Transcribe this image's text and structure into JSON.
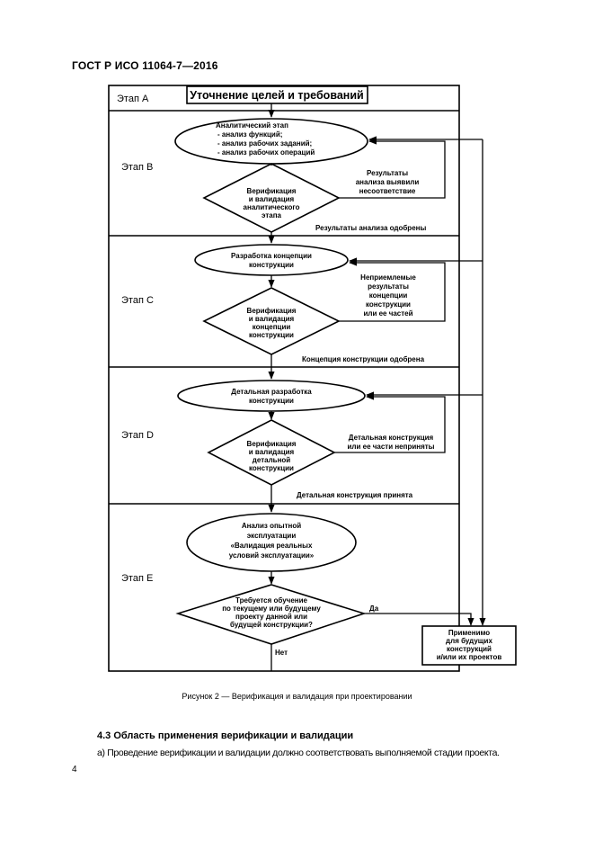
{
  "header": {
    "doc_id": "ГОСТ Р ИСО 11064-7—2016"
  },
  "stages": [
    {
      "label": "Этап А"
    },
    {
      "label": "Этап В"
    },
    {
      "label": "Этап С"
    },
    {
      "label": "Этап D"
    },
    {
      "label": "Этап Е"
    }
  ],
  "nodes": {
    "title": "Уточнение целей и требований",
    "analytic": [
      "Аналитический этап",
      "- анализ функций;",
      "- анализ рабочих заданий;",
      "- анализ рабочих операций"
    ],
    "verify_b": [
      "Верификация",
      "и валидация",
      "аналитического",
      "этапа"
    ],
    "concept": [
      "Разработка концепции",
      "конструкции"
    ],
    "verify_c": [
      "Верификация",
      "и валидация",
      "концепции",
      "конструкции"
    ],
    "detail": [
      "Детальная разработка",
      "конструкции"
    ],
    "verify_d": [
      "Верификация",
      "и валидация",
      "детальной",
      "конструкции"
    ],
    "operation": [
      "Анализ опытной",
      "эксплуатации",
      "«Валидация реальных",
      "условий эксплуатации»"
    ],
    "training": [
      "Требуется обучение",
      "по текущему или будущему",
      "проекту данной или",
      "будущей конструкции?"
    ],
    "apply": [
      "Применимо",
      "для будущих",
      "конструкций",
      "и/или их проектов"
    ]
  },
  "notes": {
    "b_fail": [
      "Результаты",
      "анализа выявили",
      "несоответствие"
    ],
    "b_ok": "Результаты анализа одобрены",
    "c_fail": [
      "Неприемлемые",
      "результаты",
      "концепции",
      "конструкции",
      "или ее частей"
    ],
    "c_ok": "Концепция конструкции одобрена",
    "d_fail": [
      "Детальная конструкция",
      "или ее части неприняты"
    ],
    "d_ok": "Детальная конструкция принята",
    "yes": "Да",
    "no": "Нет"
  },
  "caption": "Рисунок 2 — Верификация и валидация при проектировании",
  "section": {
    "title": "4.3  Область применения верификации и валидации"
  },
  "paragraph": "а)  Проведение верификации и валидации должно соответствовать выполняемой стадии проекта.",
  "page_number": "4"
}
